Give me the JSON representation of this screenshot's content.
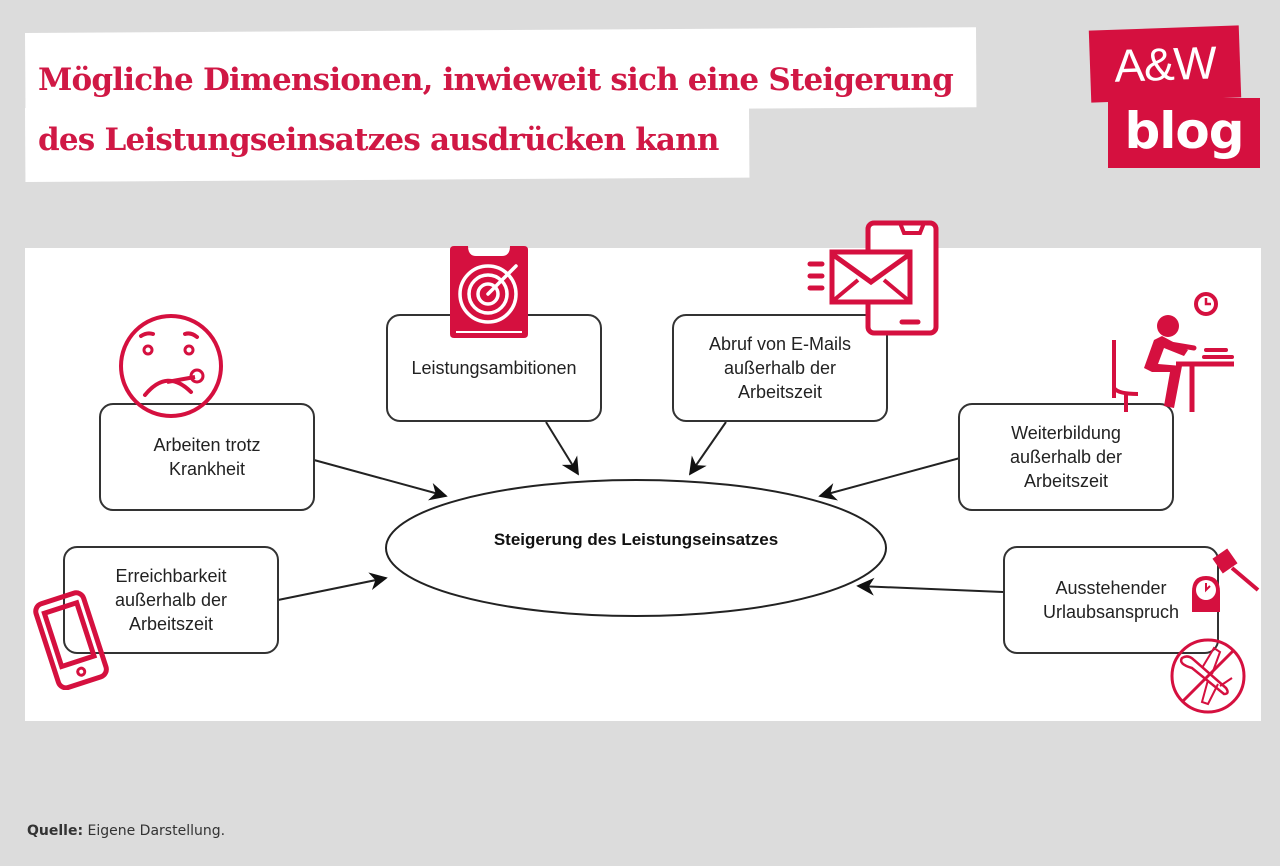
{
  "header": {
    "title_line1": "Mögliche Dimensionen, inwieweit sich eine Steigerung",
    "title_line2": "des Leistungseinsatzes ausdrücken kann"
  },
  "logo": {
    "top": "A&W",
    "bottom": "blog"
  },
  "diagram": {
    "center": "Steigerung des Leistungseinsatzes",
    "nodes": [
      {
        "id": "krankheit",
        "label": "Arbeiten trotz Krankheit",
        "icon": "sick-face-icon"
      },
      {
        "id": "ambitionen",
        "label": "Leistungsambitionen",
        "icon": "target-icon"
      },
      {
        "id": "emails",
        "label": "Abruf von E-Mails außerhalb der Arbeitszeit",
        "icon": "phone-mail-icon"
      },
      {
        "id": "weiterbildung",
        "label": "Weiterbildung außerhalb der Arbeitszeit",
        "icon": "person-desk-icon"
      },
      {
        "id": "erreichbarkeit",
        "label": "Erreichbarkeit außerhalb der Arbeitszeit",
        "icon": "smartphone-icon"
      },
      {
        "id": "urlaub",
        "label": "Ausstehender Urlaubsanspruch",
        "icon": "no-flight-icon"
      }
    ],
    "edges": [
      {
        "from": "krankheit",
        "to": "center"
      },
      {
        "from": "ambitionen",
        "to": "center"
      },
      {
        "from": "emails",
        "to": "center"
      },
      {
        "from": "weiterbildung",
        "to": "center"
      },
      {
        "from": "erreichbarkeit",
        "to": "center"
      },
      {
        "from": "urlaub",
        "to": "center"
      }
    ],
    "labels": {
      "krankheit_l1": "Arbeiten trotz",
      "krankheit_l2": "Krankheit",
      "ambitionen_l1": "Leistungsambitionen",
      "emails_l1": "Abruf von E-Mails",
      "emails_l2": "außerhalb der",
      "emails_l3": "Arbeitszeit",
      "weiterbildung_l1": "Weiterbildung",
      "weiterbildung_l2": "außerhalb der",
      "weiterbildung_l3": "Arbeitszeit",
      "erreichbarkeit_l1": "Erreichbarkeit",
      "erreichbarkeit_l2": "außerhalb der",
      "erreichbarkeit_l3": "Arbeitszeit",
      "urlaub_l1": "Ausstehender",
      "urlaub_l2": "Urlaubsanspruch"
    }
  },
  "footer": {
    "source_label": "Quelle:",
    "source_text": " Eigene Darstellung."
  },
  "colors": {
    "accent": "#d5103f",
    "background": "#dcdcdc",
    "panel": "#ffffff",
    "stroke": "#333333"
  }
}
